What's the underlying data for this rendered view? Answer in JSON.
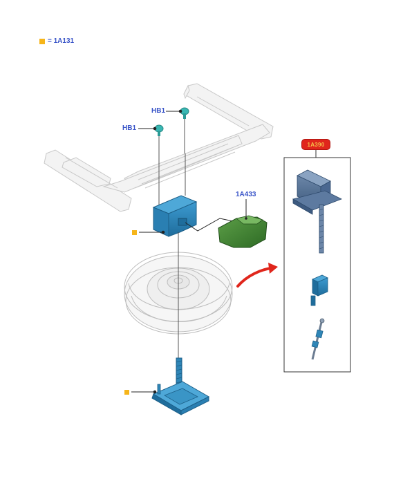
{
  "colors": {
    "marker": "#f6b51a",
    "label": "#3a55c8",
    "jack_part": "#2f86b7",
    "bracket_green": "#3f7d32",
    "fastener_teal": "#39b7b3",
    "arrow": "#e0261c",
    "frame_outline": "#c8c8c8"
  },
  "legend": {
    "text": "= 1A131"
  },
  "labels": {
    "hb1_upper": "HB1",
    "hb1_lower": "HB1",
    "part_1a433": "1A433"
  },
  "badge": {
    "text": "1A390"
  },
  "icons": {
    "marker": "square-marker-icon",
    "arrow": "curved-arrow-icon"
  }
}
